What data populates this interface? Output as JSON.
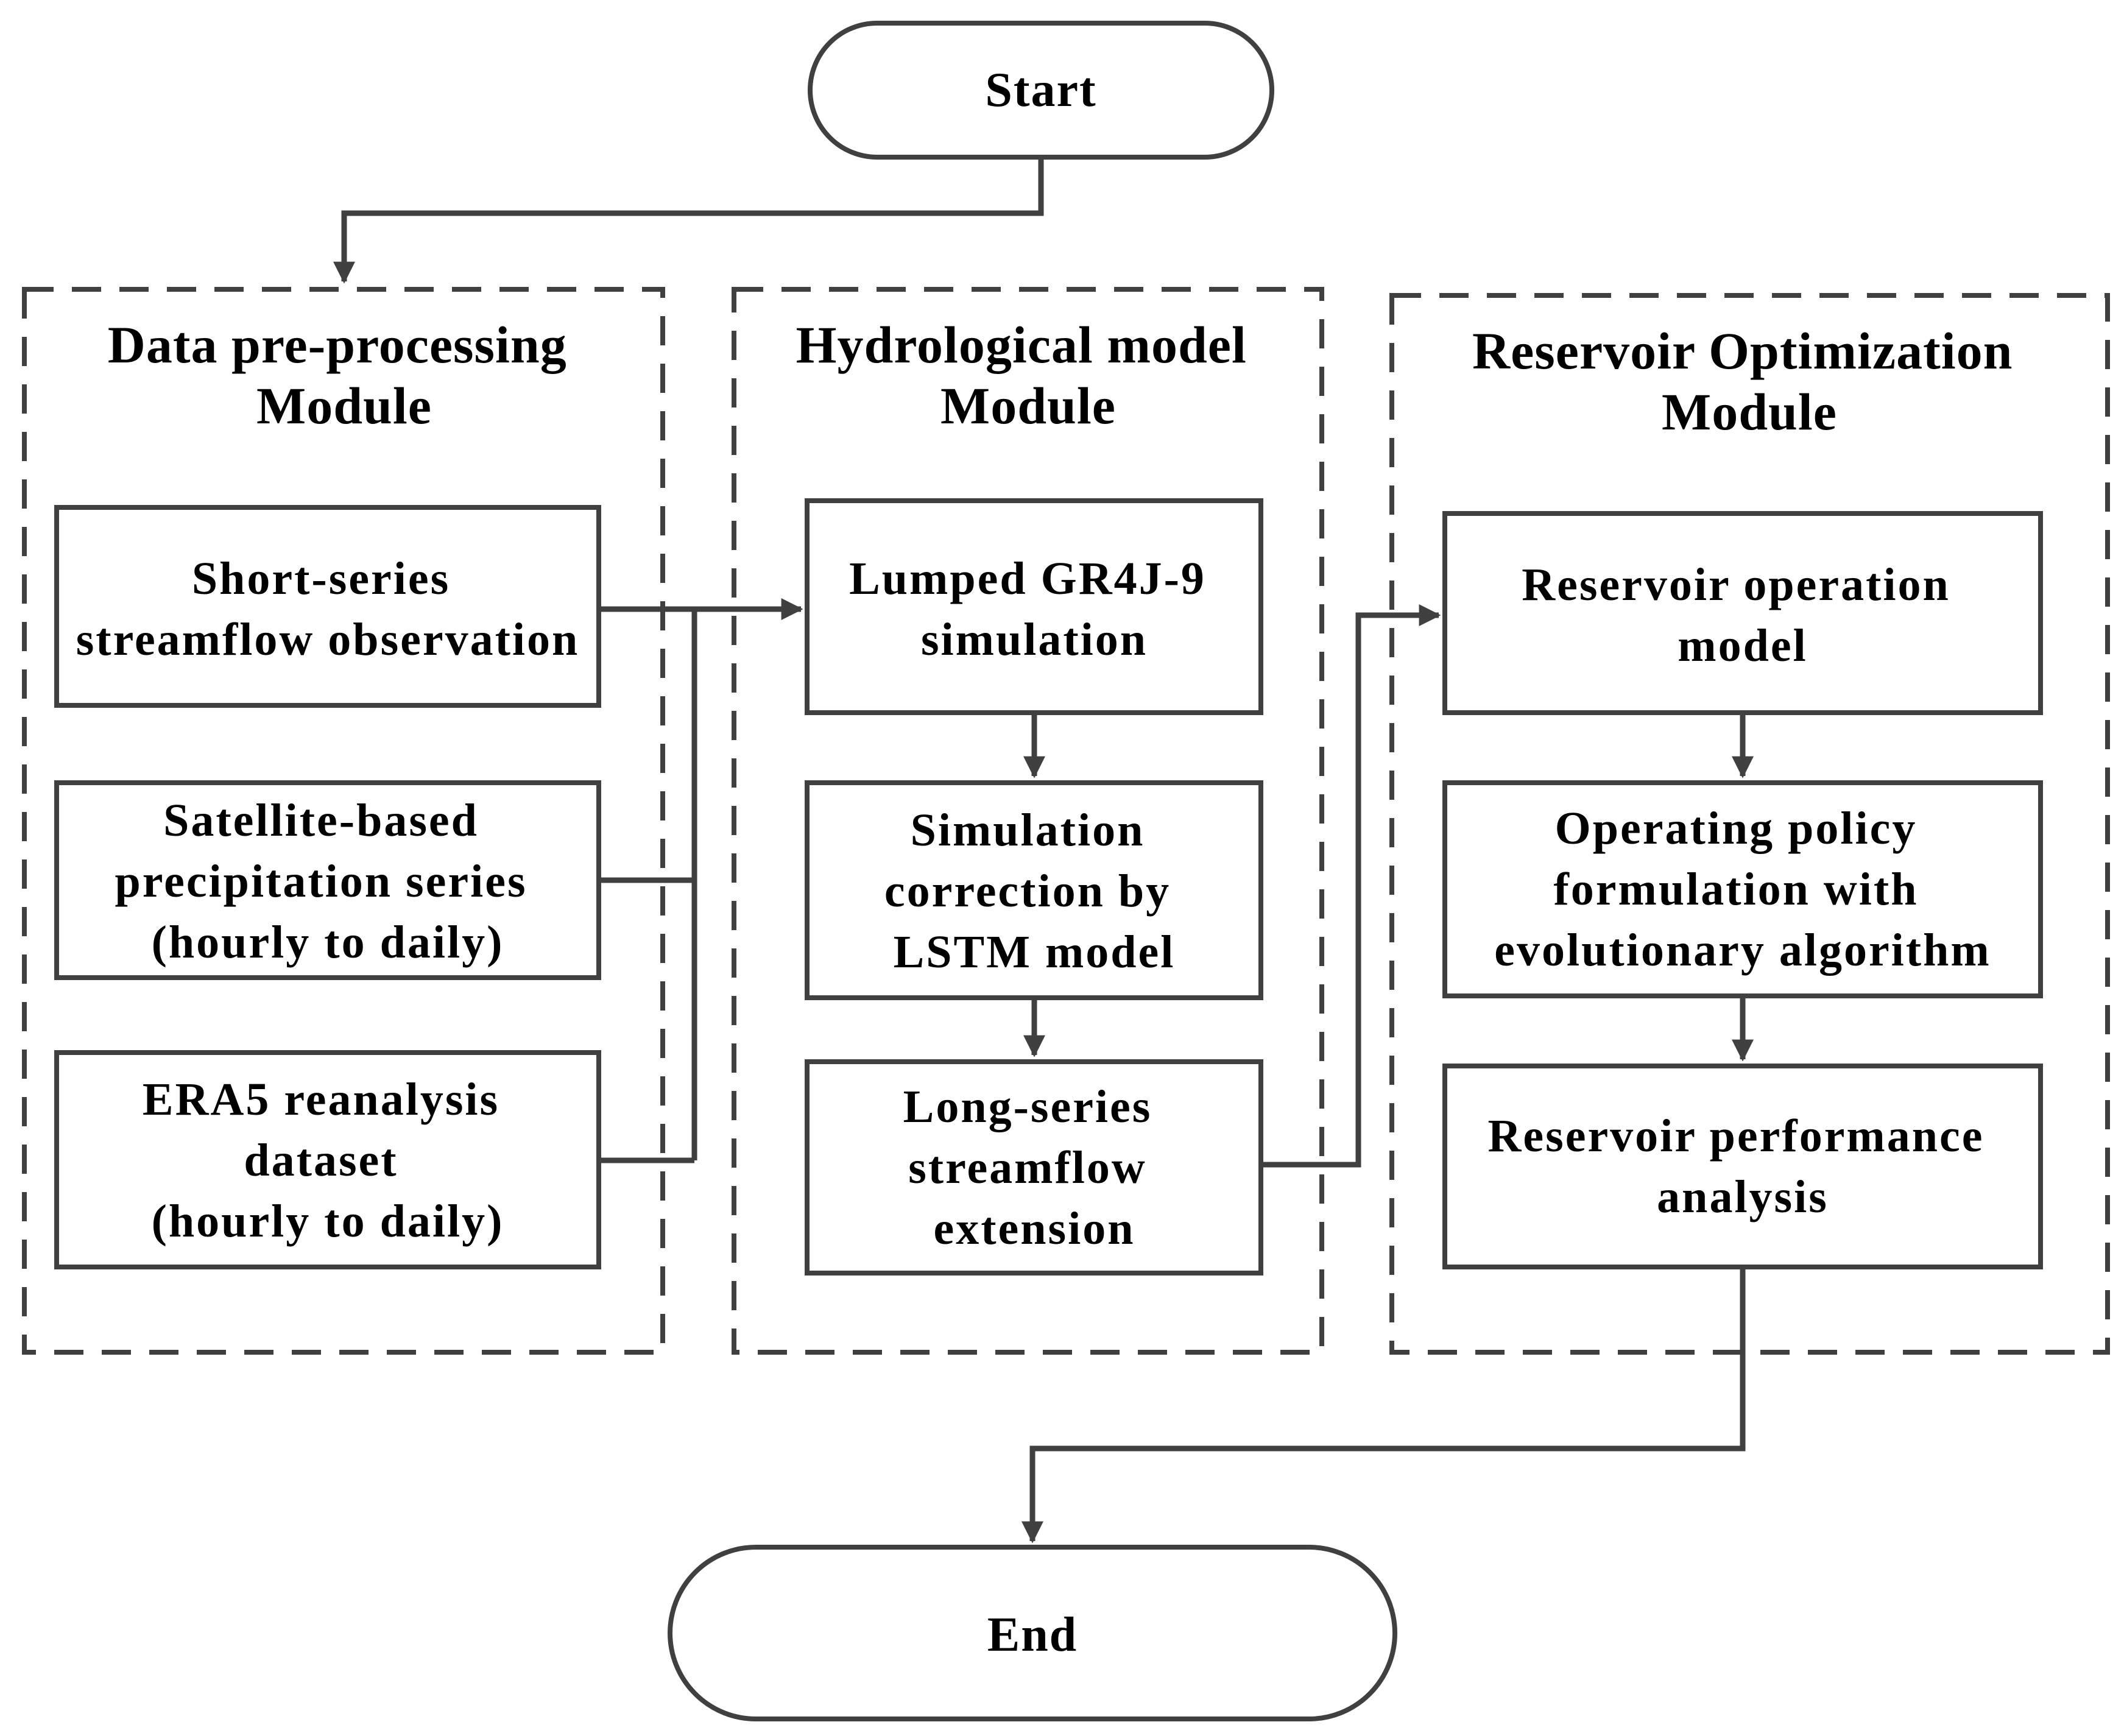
{
  "start_label": "Start",
  "end_label": "End",
  "modules": {
    "data": {
      "title": [
        "Data pre-processing",
        "Module"
      ],
      "boxes": {
        "short_series": [
          "Short-series",
          "streamflow observation"
        ],
        "satellite": [
          "Satellite-based",
          "precipitation series",
          "(hourly to daily)"
        ],
        "era5": [
          "ERA5 reanalysis",
          "dataset",
          "(hourly to daily)"
        ]
      }
    },
    "hydro": {
      "title": [
        "Hydrological model",
        "Module"
      ],
      "boxes": {
        "gr4j": [
          "Lumped GR4J-9",
          "simulation"
        ],
        "lstm": [
          "Simulation",
          "correction by",
          "LSTM model"
        ],
        "long_series": [
          "Long-series",
          "streamflow",
          "extension"
        ]
      }
    },
    "reservoir": {
      "title": [
        "Reservoir Optimization",
        "Module"
      ],
      "boxes": {
        "operation": [
          "Reservoir operation",
          "model"
        ],
        "policy": [
          "Operating policy",
          "formulation with",
          "evolutionary algorithm"
        ],
        "performance": [
          "Reservoir performance",
          "analysis"
        ]
      }
    }
  },
  "colors": {
    "line": "#404040",
    "dash": "#404040",
    "text": "#000000",
    "background": "#ffffff"
  }
}
